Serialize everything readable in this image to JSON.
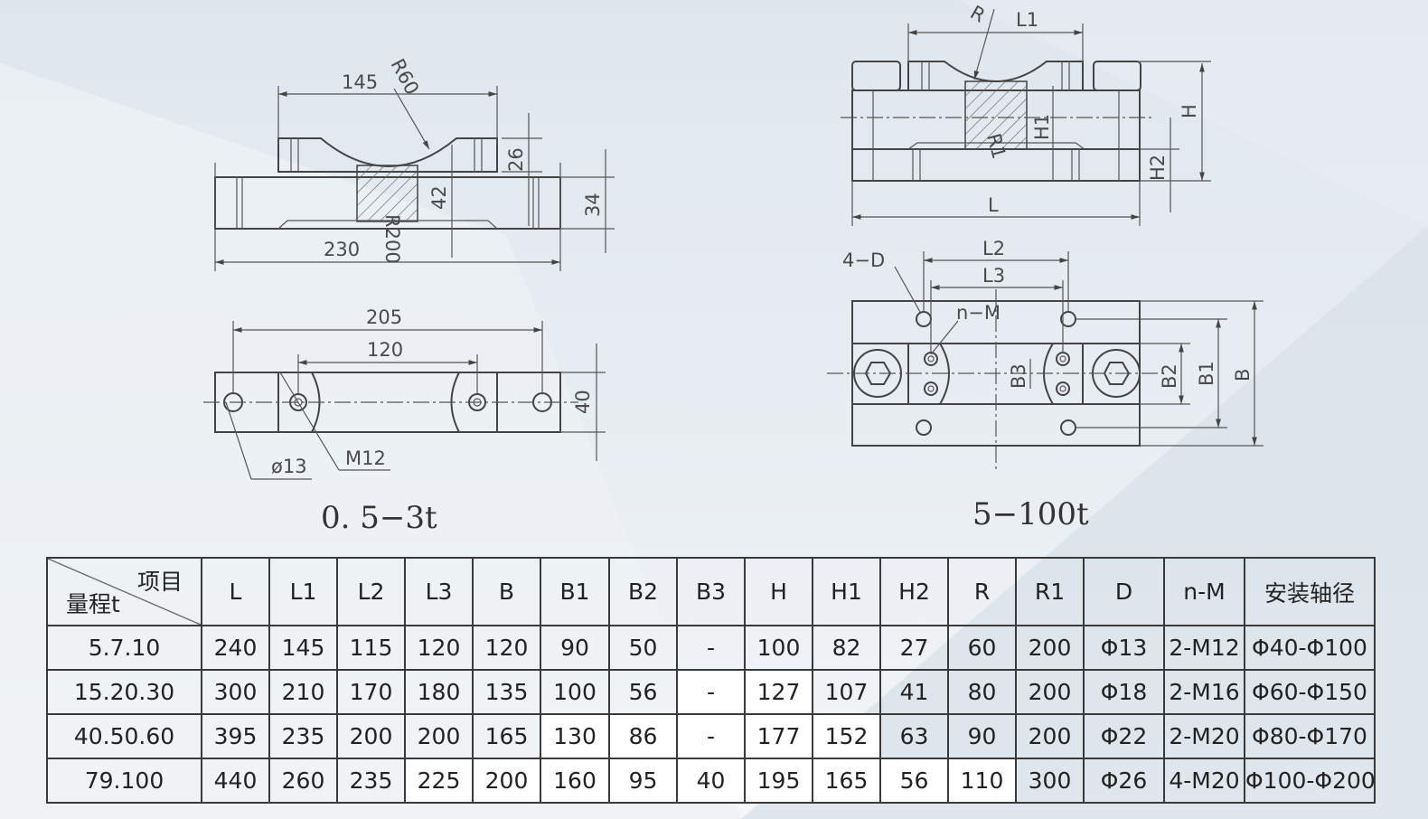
{
  "drawings": {
    "small": {
      "caption": "0. 5−3t",
      "dims": [
        "145",
        "R60",
        "26",
        "42",
        "34",
        "230",
        "R200",
        "205",
        "120",
        "40",
        "ø13",
        "M12"
      ]
    },
    "large": {
      "caption": "5−100t",
      "dims": [
        "R",
        "L1",
        "H",
        "H1",
        "R1",
        "H2",
        "L",
        "4−D",
        "L2",
        "L3",
        "n−M",
        "B3",
        "B2",
        "B1",
        "B"
      ]
    }
  },
  "table": {
    "corner_top": "项目",
    "corner_bottom": "量程t",
    "headers": [
      "L",
      "L1",
      "L2",
      "L3",
      "B",
      "B1",
      "B2",
      "B3",
      "H",
      "H1",
      "H2",
      "R",
      "R1",
      "D",
      "n-M",
      "安装轴径"
    ],
    "rows": [
      {
        "label": "5.7.10",
        "cells": [
          "240",
          "145",
          "115",
          "120",
          "120",
          "90",
          "50",
          "-",
          "100",
          "82",
          "27",
          "60",
          "200",
          "Φ13",
          "2-M12",
          "Φ40-Φ100"
        ]
      },
      {
        "label": "15.20.30",
        "cells": [
          "300",
          "210",
          "170",
          "180",
          "135",
          "100",
          "56",
          "-",
          "127",
          "107",
          "41",
          "80",
          "200",
          "Φ18",
          "2-M16",
          "Φ60-Φ150"
        ]
      },
      {
        "label": "40.50.60",
        "cells": [
          "395",
          "235",
          "200",
          "200",
          "165",
          "130",
          "86",
          "-",
          "177",
          "152",
          "63",
          "90",
          "200",
          "Φ22",
          "2-M20",
          "Φ80-Φ170"
        ]
      },
      {
        "label": "79.100",
        "cells": [
          "440",
          "260",
          "235",
          "225",
          "200",
          "160",
          "95",
          "40",
          "195",
          "165",
          "56",
          "110",
          "300",
          "Φ26",
          "4-M20",
          "Φ100-Φ200"
        ]
      }
    ]
  }
}
